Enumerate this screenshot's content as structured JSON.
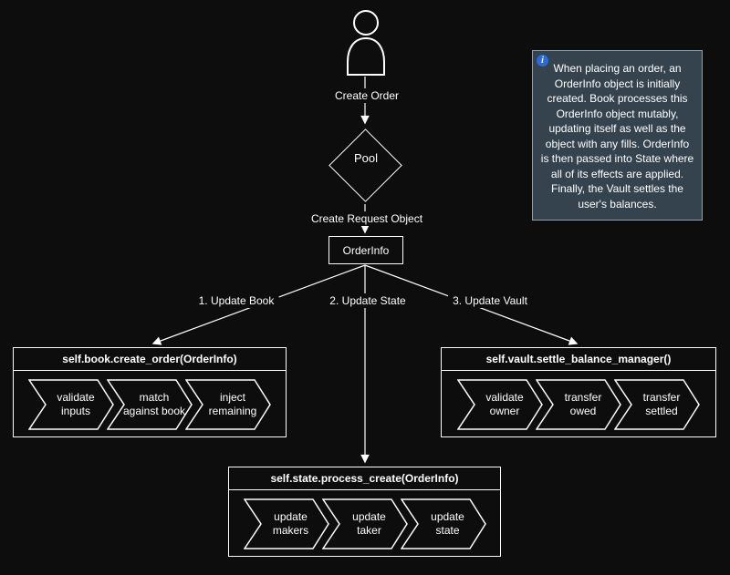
{
  "canvas": {
    "background": "#0d0d0d",
    "stroke": "#ffffff"
  },
  "icons": {
    "actor": "person-icon",
    "note": "info-icon"
  },
  "connectors": {
    "create_order": "Create Order",
    "create_request_object": "Create Request Object",
    "update_book": "1. Update Book",
    "update_state": "2. Update State",
    "update_vault": "3. Update Vault"
  },
  "nodes": {
    "pool": "Pool",
    "orderinfo": "OrderInfo"
  },
  "book_box": {
    "title": "self.book.create_order(OrderInfo)",
    "steps": [
      {
        "line1": "validate",
        "line2": "inputs"
      },
      {
        "line1": "match",
        "line2": "against book"
      },
      {
        "line1": "inject",
        "line2": "remaining"
      }
    ]
  },
  "vault_box": {
    "title": "self.vault.settle_balance_manager()",
    "steps": [
      {
        "line1": "validate",
        "line2": "owner"
      },
      {
        "line1": "transfer",
        "line2": "owed"
      },
      {
        "line1": "transfer",
        "line2": "settled"
      }
    ]
  },
  "state_box": {
    "title": "self.state.process_create(OrderInfo)",
    "steps": [
      {
        "line1": "update",
        "line2": "makers"
      },
      {
        "line1": "update",
        "line2": "taker"
      },
      {
        "line1": "update",
        "line2": "state"
      }
    ]
  },
  "note": {
    "background": "#35434f",
    "icon_color": "#2b6bd7",
    "icon_glyph": "i",
    "text": "When placing an order, an OrderInfo object is initially created. Book processes this OrderInfo object mutably, updating itself as well as the object with any fills. OrderInfo is then passed into State where all of its effects are applied. Finally, the Vault settles the user's balances."
  }
}
